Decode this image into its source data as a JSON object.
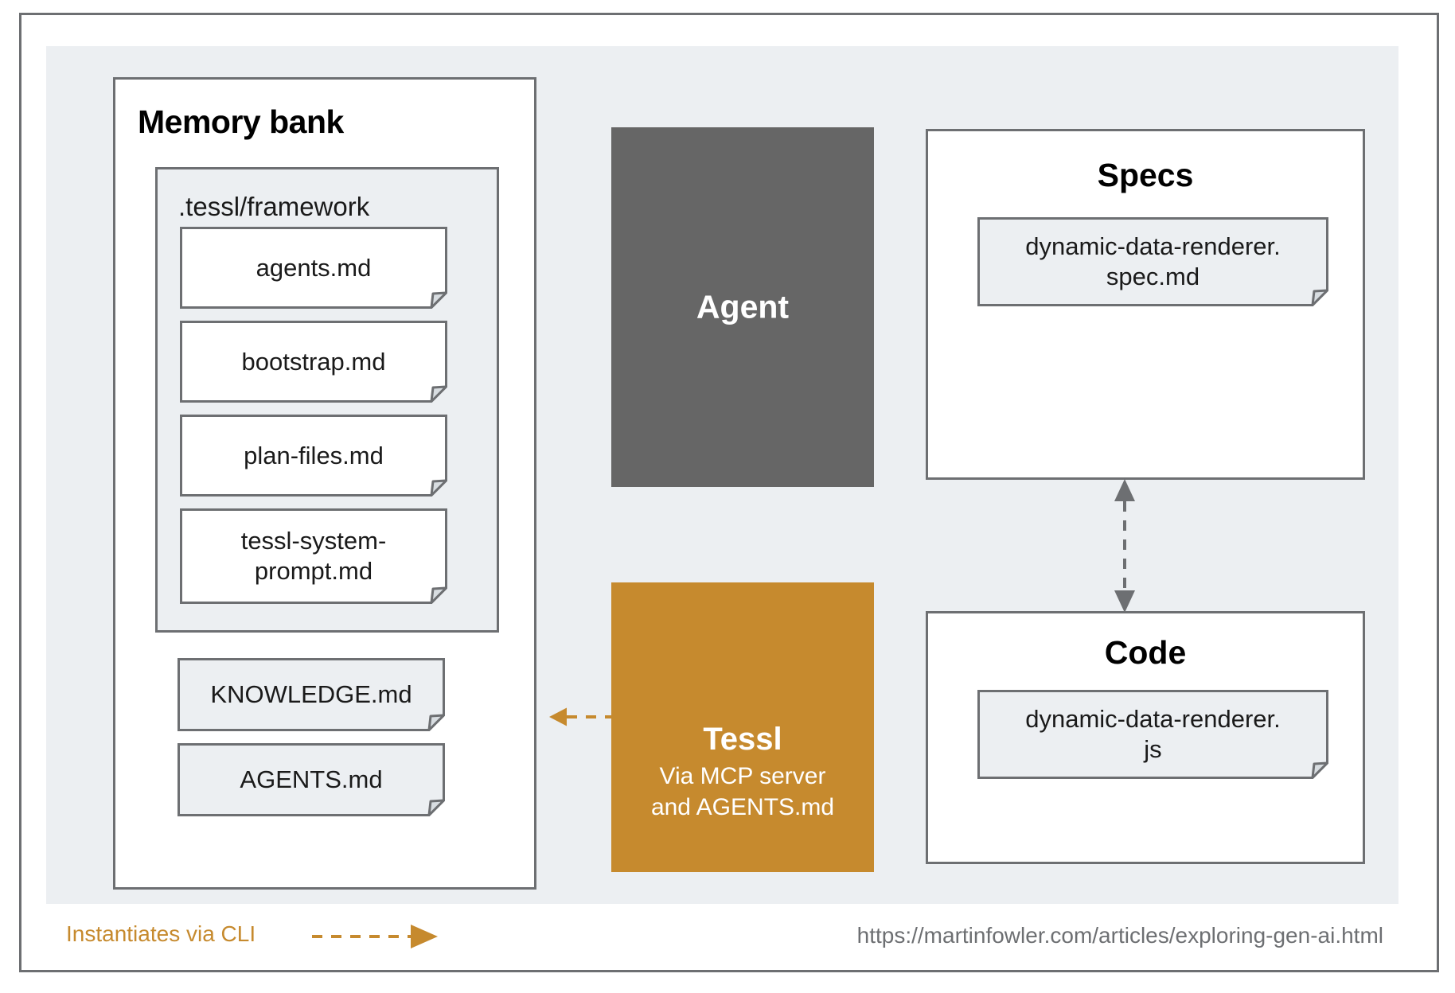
{
  "diagram": {
    "title": "Tessl memory bank, agent, specs and code diagram",
    "colors": {
      "panel_background": "#eceff2",
      "frame_border": "#6d6f72",
      "agent_fill": "#666666",
      "tessl_fill": "#c68a2e",
      "note_grey_fill": "#eceff2",
      "note_white_fill": "#ffffff",
      "legend_accent": "#c68a2e",
      "url_text": "#6d6f72"
    }
  },
  "memory_bank": {
    "title": "Memory bank",
    "framework": {
      "label": ".tessl/framework",
      "notes": [
        {
          "label": "agents.md",
          "fill": "white"
        },
        {
          "label": "bootstrap.md",
          "fill": "white"
        },
        {
          "label": "plan-files.md",
          "fill": "white"
        },
        {
          "label": "tessl-system-\nprompt.md",
          "fill": "white"
        }
      ]
    },
    "root_notes": [
      {
        "label": "KNOWLEDGE.md",
        "fill": "grey"
      },
      {
        "label": "AGENTS.md",
        "fill": "grey"
      }
    ]
  },
  "agent": {
    "label": "Agent"
  },
  "tessl": {
    "title": "Tessl",
    "subtitle": "Via MCP server\nand AGENTS.md"
  },
  "specs": {
    "title": "Specs",
    "notes": [
      {
        "label": "dynamic-data-renderer.\nspec.md",
        "fill": "grey"
      }
    ]
  },
  "code": {
    "title": "Code",
    "notes": [
      {
        "label": "dynamic-data-renderer.\njs",
        "fill": "grey"
      }
    ]
  },
  "connections": {
    "tessl_to_memory_bank": {
      "style": "dashed",
      "direction": "left",
      "color": "#c68a2e"
    },
    "specs_to_code": {
      "style": "dashed",
      "direction": "bidirectional",
      "color": "#6d6f72"
    }
  },
  "legend": {
    "label": "Instantiates via CLI",
    "arrow_style": "dashed-arrow"
  },
  "footer": {
    "url": "https://martinfowler.com/articles/exploring-gen-ai.html"
  }
}
